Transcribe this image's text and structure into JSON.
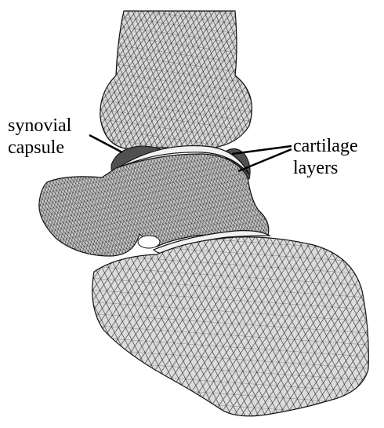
{
  "labels": {
    "synovial_capsule": [
      "synovial",
      "capsule"
    ],
    "cartilage_layers": [
      "cartilage",
      "layers"
    ]
  },
  "colors": {
    "bone_fill": "#d6d6d6",
    "mesh_line": "#2a2a2a",
    "capsule_fill": "#505050",
    "cartilage_fill": "#f2f2f2",
    "outline": "#111111"
  }
}
